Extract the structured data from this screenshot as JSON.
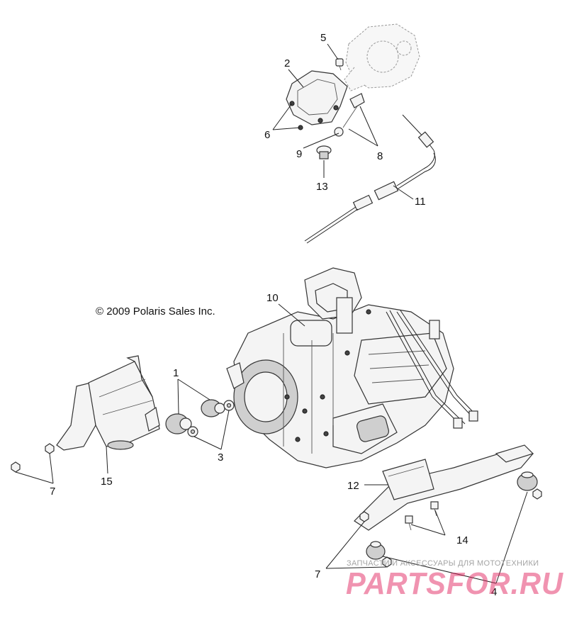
{
  "copyright": "© 2009 Polaris Sales Inc.",
  "callouts": {
    "c1": "1",
    "c2": "2",
    "c3": "3",
    "c4": "4",
    "c5": "5",
    "c6": "6",
    "c7a": "7",
    "c7b": "7",
    "c8": "8",
    "c9": "9",
    "c10": "10",
    "c11": "11",
    "c12": "12",
    "c13": "13",
    "c14": "14",
    "c15": "15"
  },
  "watermark": {
    "tagline": "ЗАПЧАСТИ И АКСЕССУАРЫ ДЛЯ МОТОТЕХНИКИ",
    "brand": "PARTSFOR.RU",
    "brand_color": "#e0245e"
  }
}
